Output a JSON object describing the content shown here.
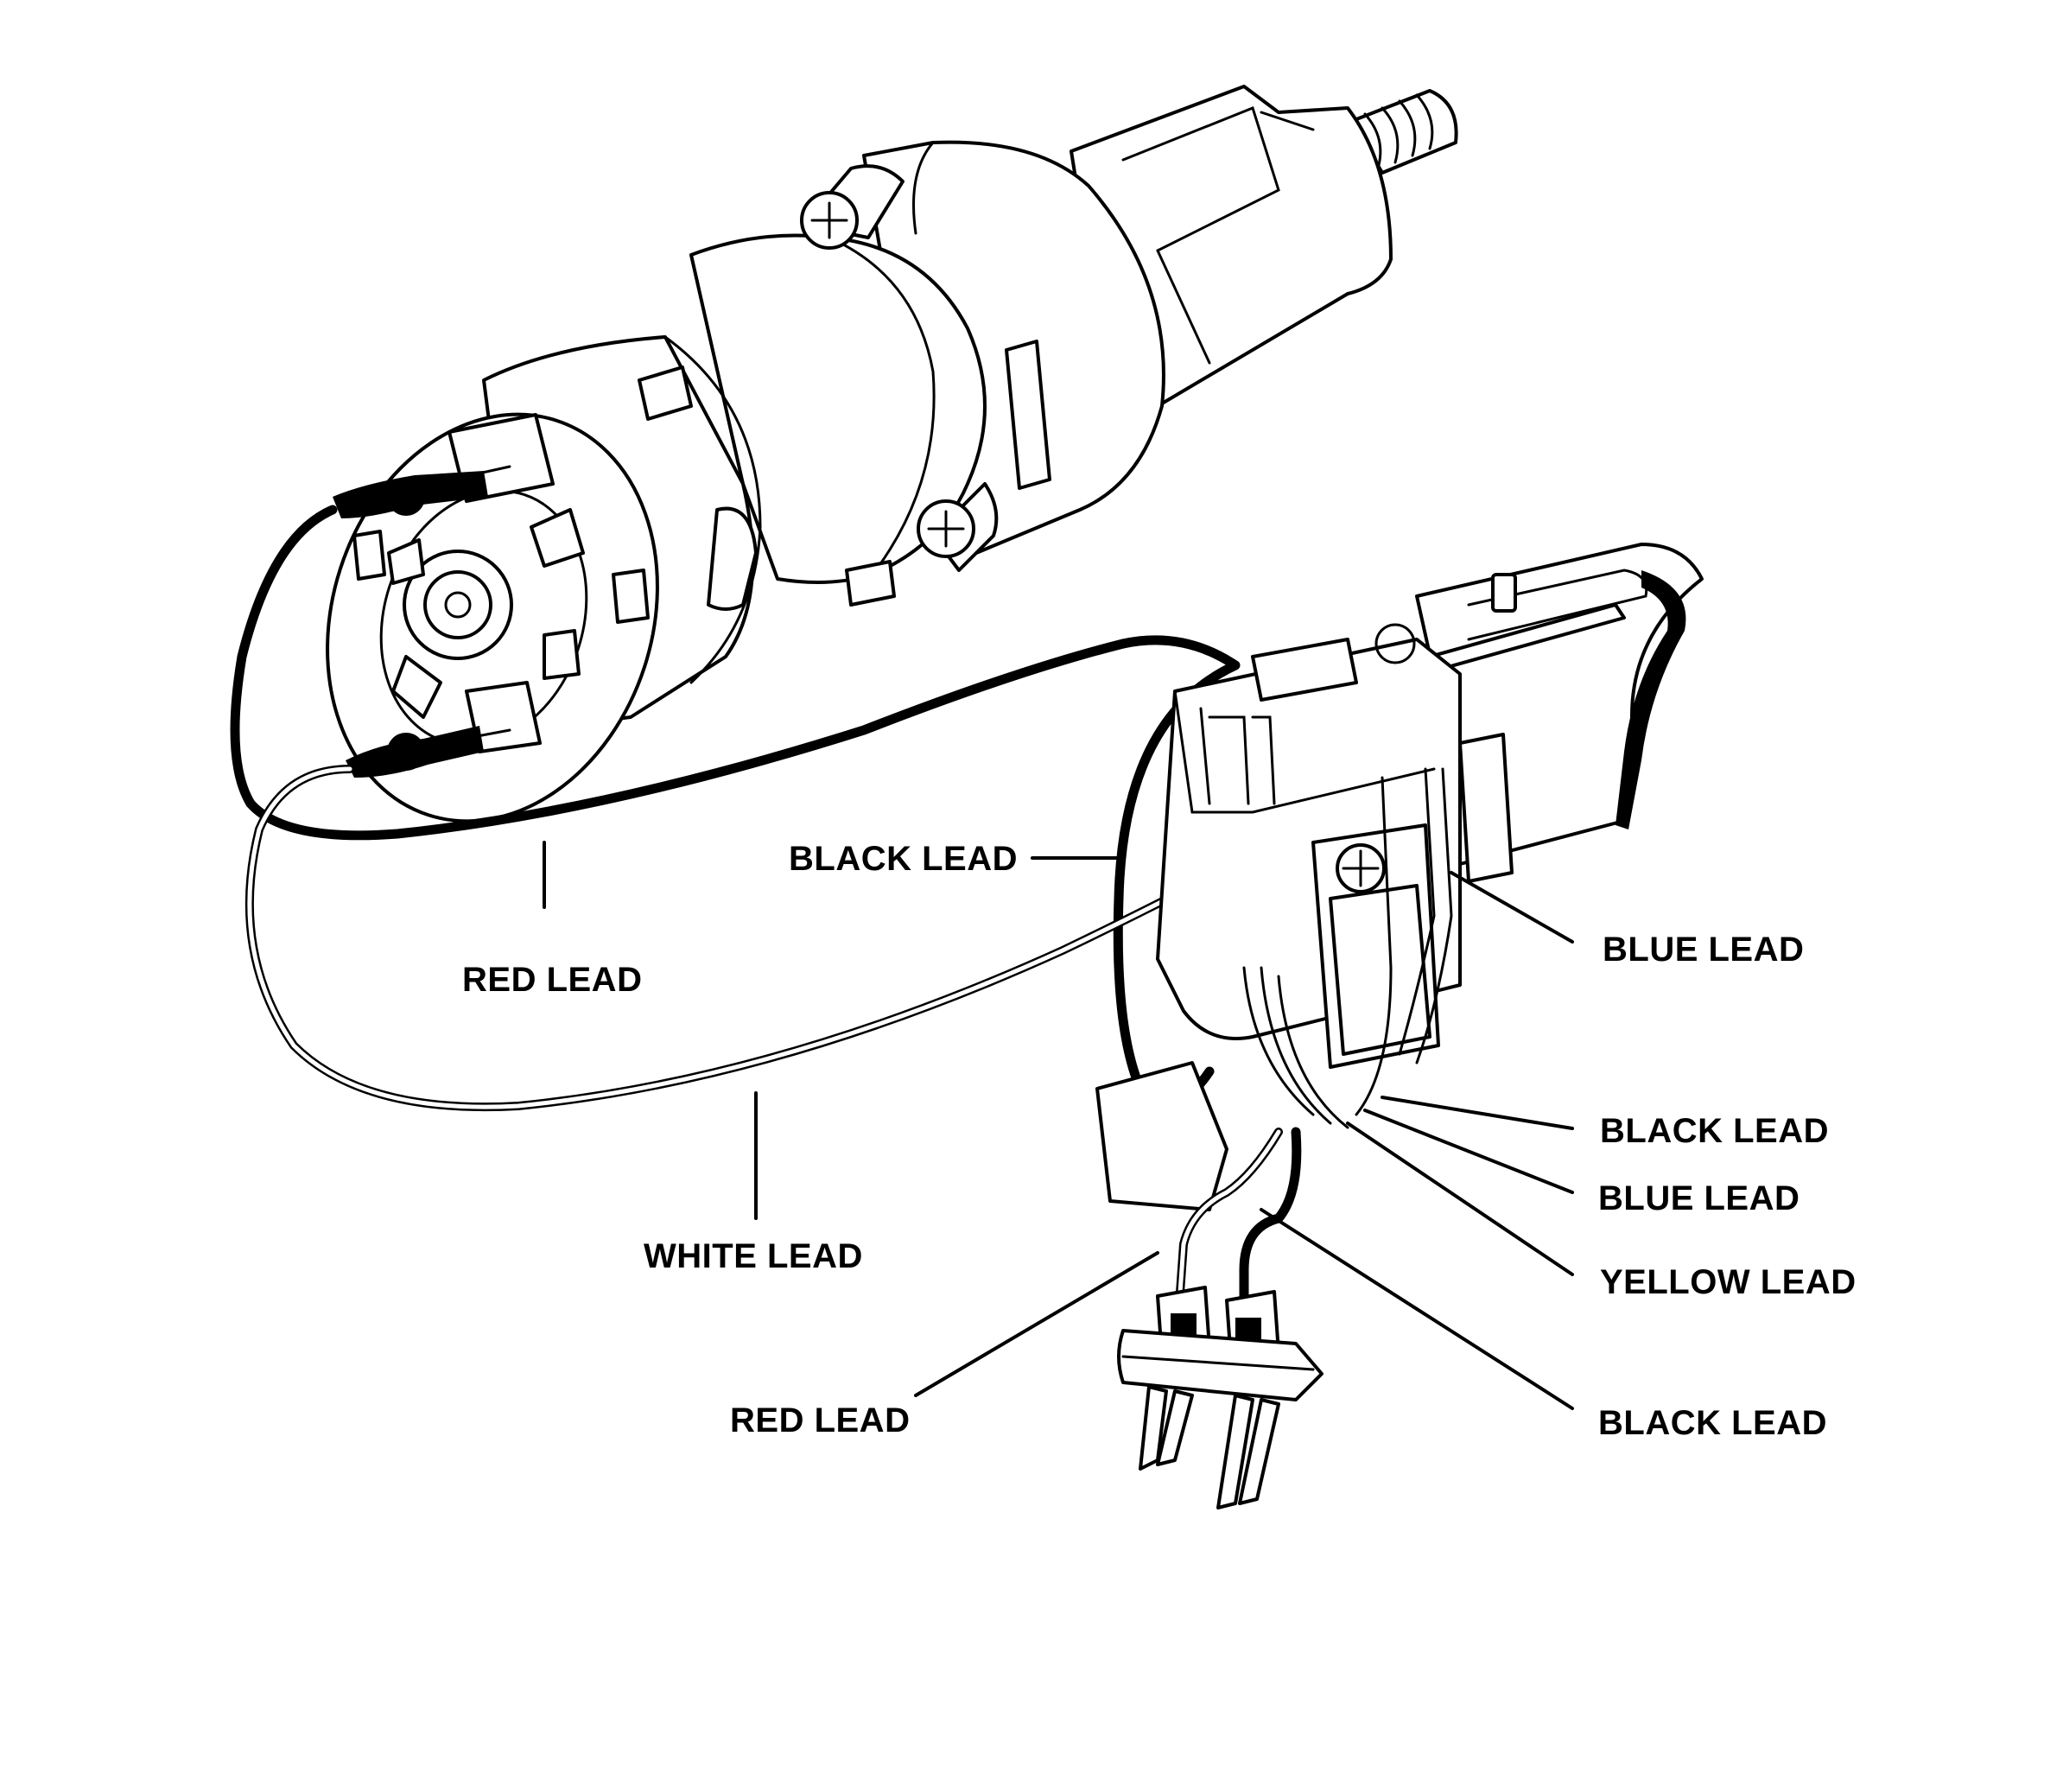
{
  "diagram": {
    "colors": {
      "ink": "#000000",
      "paper": "#ffffff"
    },
    "parts": {
      "motor": "motor-assembly",
      "switch": "trigger-switch",
      "terminal_block": "battery-terminal-block"
    },
    "labels": {
      "black_lead_top": "BLACK LEAD",
      "red_lead_left": "RED LEAD",
      "white_lead": "WHITE LEAD",
      "blue_lead_upper": "BLUE LEAD",
      "black_lead_mid": "BLACK LEAD",
      "blue_lead_lower": "BLUE LEAD",
      "yellow_lead": "YELLOW LEAD",
      "red_lead_bottom": "RED LEAD",
      "black_lead_bottom": "BLACK LEAD"
    }
  }
}
